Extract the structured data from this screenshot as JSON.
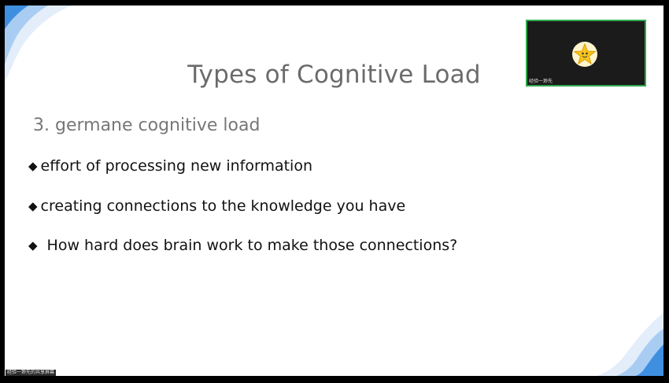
{
  "slide": {
    "title": "Types of Cognitive Load",
    "subtitle": "3. germane cognitive load",
    "bullets": [
      "effort of processing new information",
      "creating connections to the knowledge you have",
      "How hard does brain work to make those connections?"
    ],
    "bullet_marker": "◆"
  },
  "video_tile": {
    "participant_name": "经验一渺先",
    "avatar_icon": "star-icon",
    "border_color": "#2fa84f"
  },
  "share_label": "经验一渺先的共享屏幕",
  "colors": {
    "deco_blue_light": "#cfe4f7",
    "deco_blue": "#5aa6e8",
    "title_gray": "#6b6b6b"
  }
}
